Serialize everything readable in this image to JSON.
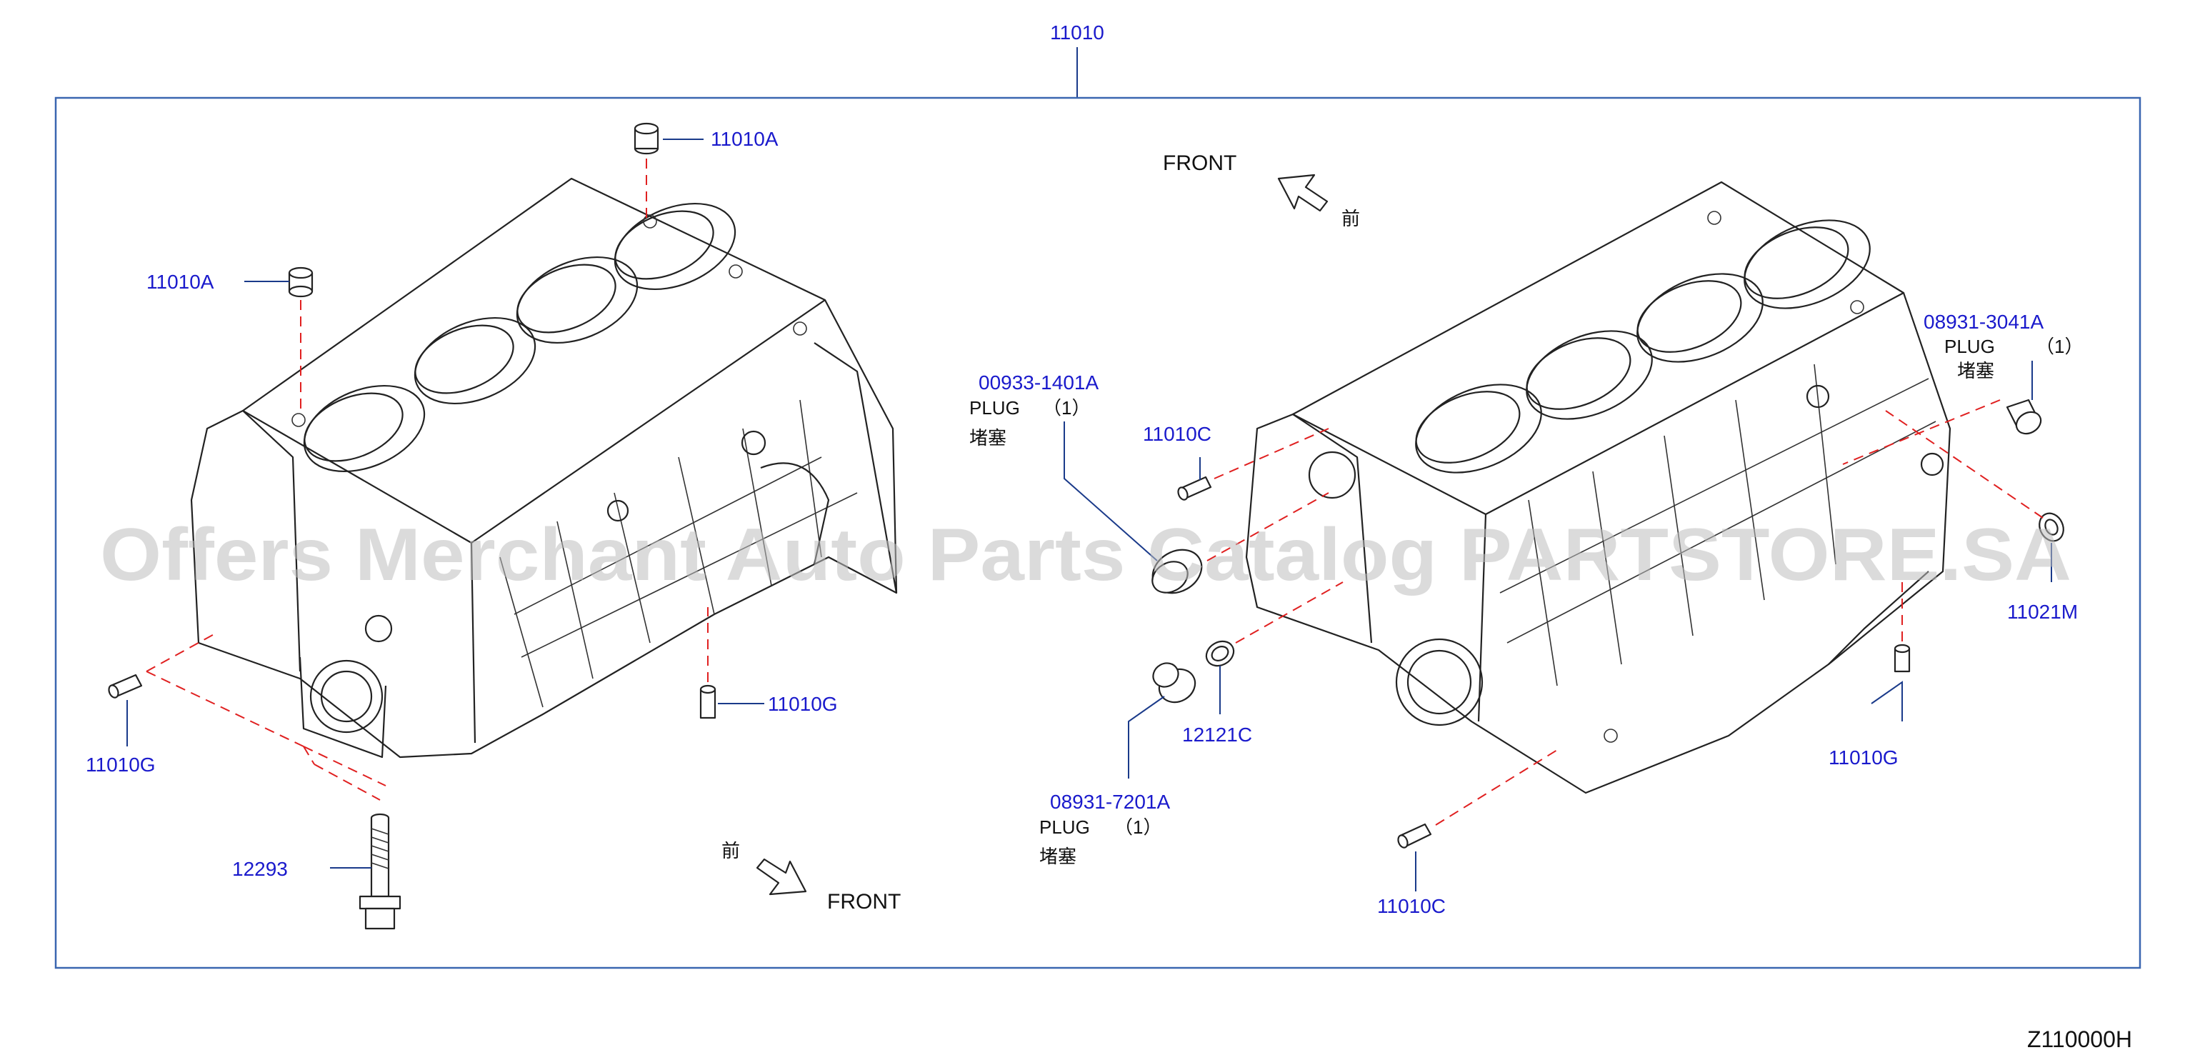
{
  "diagram": {
    "assembly_number": "11010",
    "drawing_code": "Z110000H",
    "watermark": "Offers Merchant Auto Parts Catalog PARTSTORE.SA",
    "colors": {
      "label": "#1a1acc",
      "frame": "#3a66b0",
      "guide_dash": "#e02020",
      "line": "#222222"
    },
    "front_markers": [
      {
        "label": "FRONT",
        "kanji": "前"
      },
      {
        "label": "FRONT",
        "kanji": "前"
      }
    ],
    "parts": [
      {
        "number": "11010A"
      },
      {
        "number": "11010A"
      },
      {
        "number": "11010G"
      },
      {
        "number": "11010G"
      },
      {
        "number": "12293"
      },
      {
        "number": "00933-1401A",
        "name": "PLUG",
        "qty": "（1）",
        "name_jp": "堵塞"
      },
      {
        "number": "11010C"
      },
      {
        "number": "12121C"
      },
      {
        "number": "08931-7201A",
        "name": "PLUG",
        "qty": "（1）",
        "name_jp": "堵塞"
      },
      {
        "number": "11010C"
      },
      {
        "number": "08931-3041A",
        "name": "PLUG",
        "qty": "（1）",
        "name_jp": "堵塞"
      },
      {
        "number": "11021M"
      },
      {
        "number": "11010G"
      }
    ]
  }
}
